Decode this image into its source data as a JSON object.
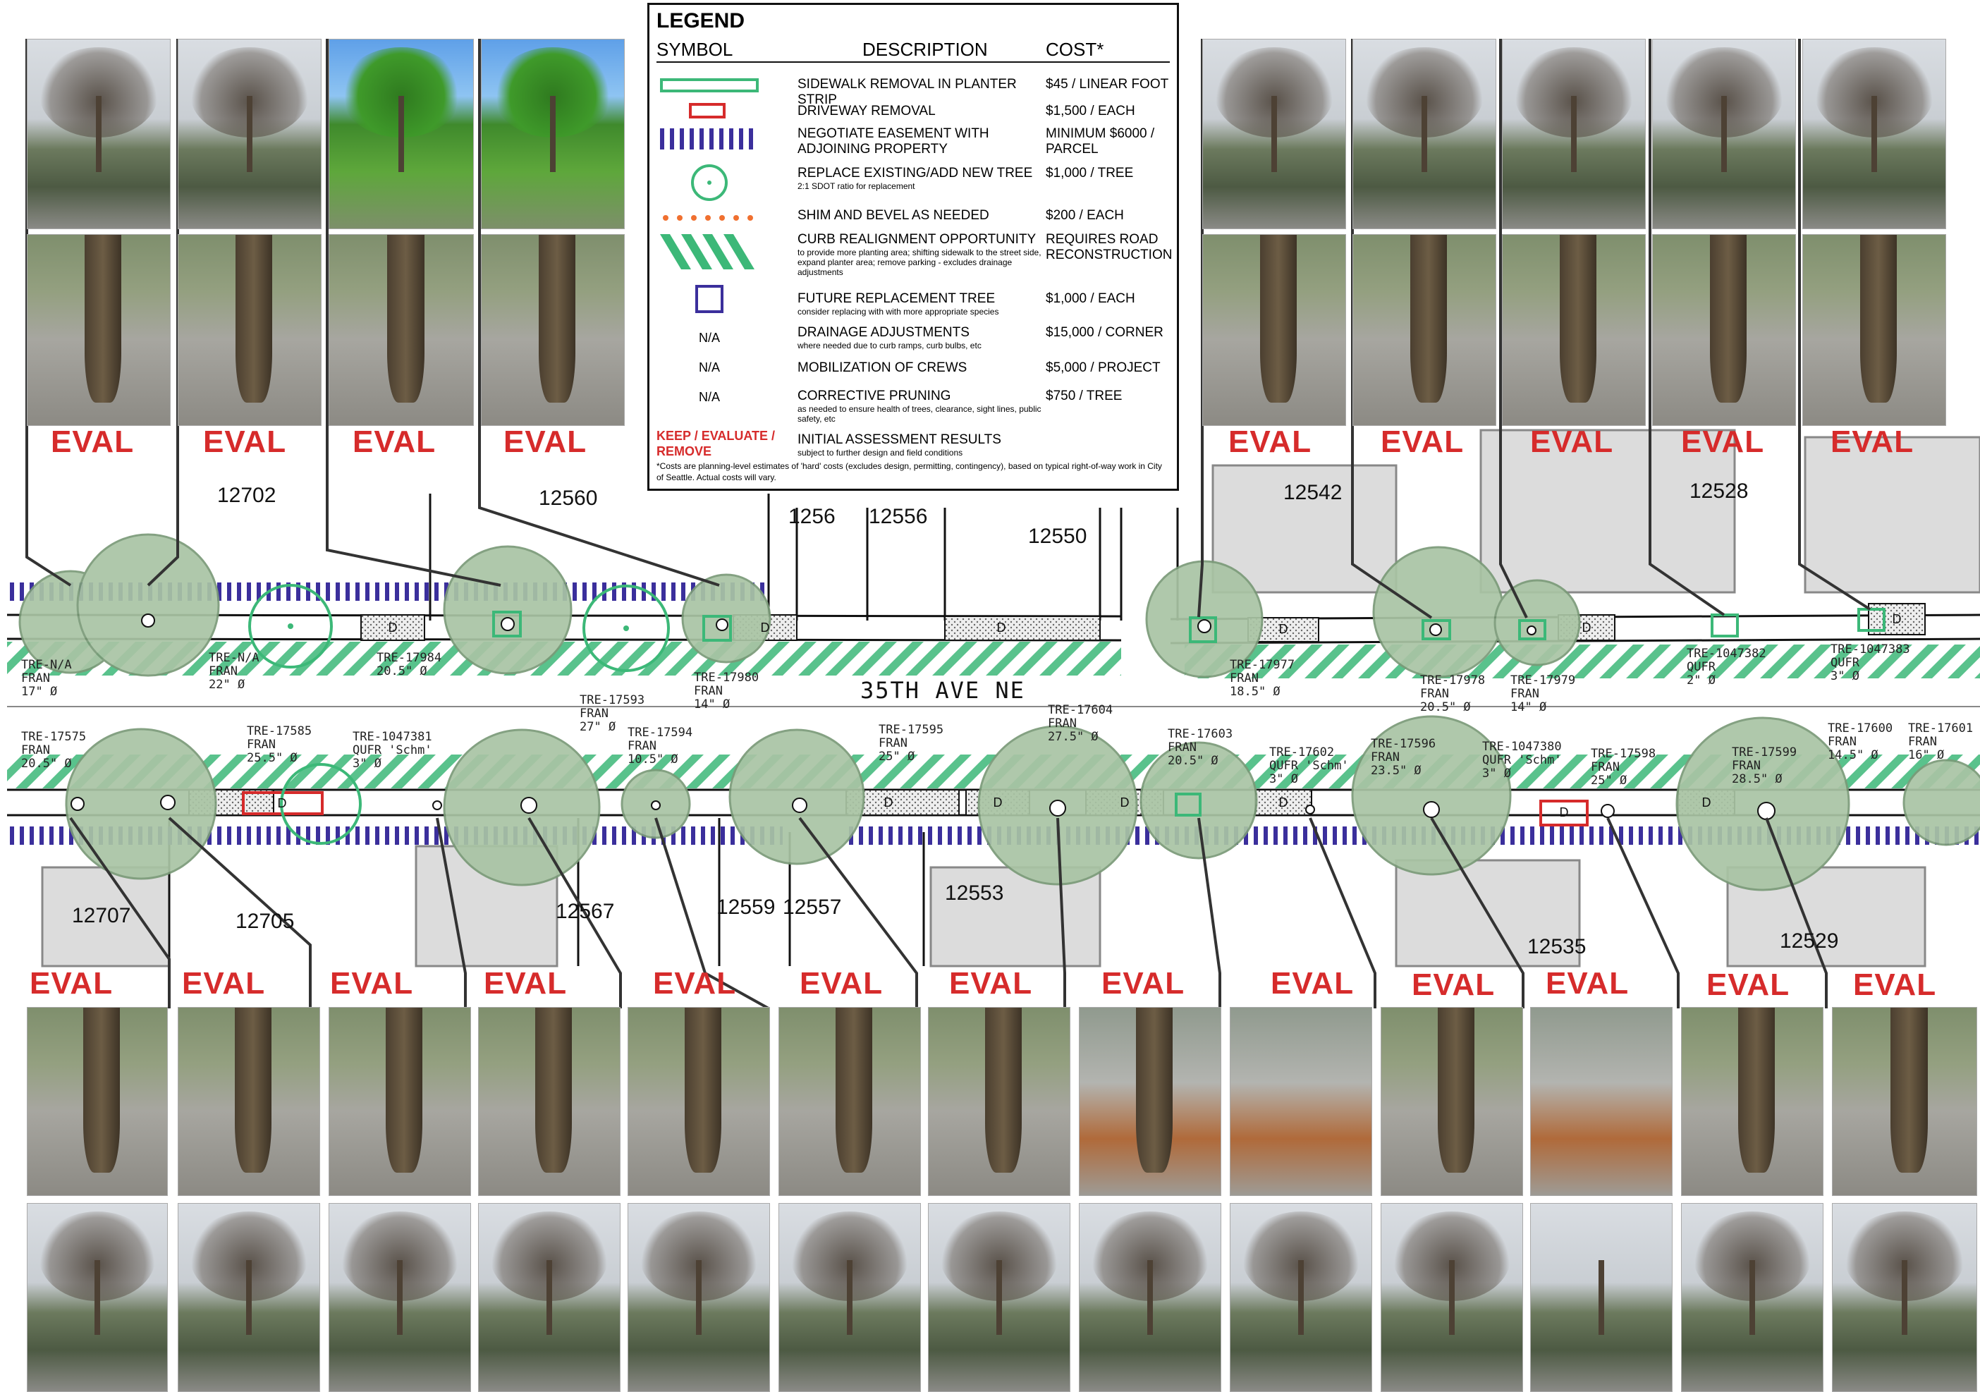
{
  "legend": {
    "title": "LEGEND",
    "col_symbol": "SYMBOL",
    "col_description": "DESCRIPTION",
    "col_cost": "COST*",
    "rows": [
      {
        "symbol": "",
        "description": "SIDEWALK REMOVAL IN PLANTER STRIP",
        "sub": "",
        "cost": "$45 / LINEAR FOOT"
      },
      {
        "symbol": "",
        "description": "DRIVEWAY REMOVAL",
        "sub": "",
        "cost": "$1,500 / EACH"
      },
      {
        "symbol": "",
        "description": "NEGOTIATE EASEMENT WITH ADJOINING PROPERTY",
        "sub": "",
        "cost": "MINIMUM $6000 / PARCEL"
      },
      {
        "symbol": "",
        "description": "REPLACE EXISTING/ADD NEW TREE",
        "sub": "2:1 SDOT ratio for replacement",
        "cost": "$1,000 / TREE"
      },
      {
        "symbol": "",
        "description": "SHIM AND BEVEL AS NEEDED",
        "sub": "",
        "cost": "$200 / EACH"
      },
      {
        "symbol": "",
        "description": "CURB REALIGNMENT OPPORTUNITY",
        "sub": "to provide more planting area; shifting sidewalk to the street side, expand planter area; remove parking - excludes drainage adjustments",
        "cost": "REQUIRES ROAD RECONSTRUCTION"
      },
      {
        "symbol": "",
        "description": "FUTURE REPLACEMENT TREE",
        "sub": "consider replacing with with more appropriate species",
        "cost": "$1,000 / EACH"
      },
      {
        "symbol": "N/A",
        "description": "DRAINAGE ADJUSTMENTS",
        "sub": "where needed due to curb ramps, curb bulbs, etc",
        "cost": "$15,000 / CORNER"
      },
      {
        "symbol": "N/A",
        "description": "MOBILIZATION OF CREWS",
        "sub": "",
        "cost": "$5,000 / PROJECT"
      },
      {
        "symbol": "N/A",
        "description": "CORRECTIVE PRUNING",
        "sub": "as needed to ensure health of trees, clearance, sight lines, public safety, etc",
        "cost": "$750 / TREE"
      },
      {
        "symbol": "KEEP / EVALUATE / REMOVE",
        "description": "INITIAL ASSESSMENT RESULTS",
        "sub": "subject to further design and field conditions",
        "cost": ""
      }
    ],
    "footnote": "*Costs are planning-level estimates of 'hard' costs (excludes design, permitting, contingency), based on typical right-of-way work in City of Seattle. Actual costs will vary."
  },
  "eval_label": "EVAL",
  "street_name": "35TH AVE NE",
  "lots_north": [
    "12702",
    "12560",
    "1256",
    "12556",
    "12550",
    "12542",
    "12528"
  ],
  "lots_south": [
    "12707",
    "12705",
    "12567",
    "12559",
    "12557",
    "12553",
    "12535",
    "12529"
  ],
  "trees_north": [
    {
      "id": "TRE-N/A",
      "species": "FRAN",
      "dbh": "17\" Ø"
    },
    {
      "id": "TRE-N/A",
      "species": "FRAN",
      "dbh": "22\" Ø"
    },
    {
      "id": "TRE-17984",
      "species": "",
      "dbh": "20.5\" Ø"
    },
    {
      "id": "TRE-17593",
      "species": "FRAN",
      "dbh": "27\" Ø"
    },
    {
      "id": "TRE-17980",
      "species": "FRAN",
      "dbh": "14\" Ø"
    },
    {
      "id": "TRE-17977",
      "species": "FRAN",
      "dbh": "18.5\" Ø"
    },
    {
      "id": "TRE-17978",
      "species": "FRAN",
      "dbh": "20.5\" Ø"
    },
    {
      "id": "TRE-17979",
      "species": "FRAN",
      "dbh": "14\" Ø"
    },
    {
      "id": "TRE-1047382",
      "species": "QUFR",
      "dbh": "2\" Ø"
    },
    {
      "id": "TRE-1047383",
      "species": "QUFR",
      "dbh": "3\" Ø"
    }
  ],
  "trees_south": [
    {
      "id": "TRE-17575",
      "species": "FRAN",
      "dbh": "20.5\" Ø"
    },
    {
      "id": "TRE-17585",
      "species": "FRAN",
      "dbh": "25.5\" Ø"
    },
    {
      "id": "TRE-1047381",
      "species": "QUFR 'Schm'",
      "dbh": "3\" Ø"
    },
    {
      "id": "TRE-17594",
      "species": "FRAN",
      "dbh": "10.5\" Ø"
    },
    {
      "id": "TRE-17595",
      "species": "FRAN",
      "dbh": "25\" Ø"
    },
    {
      "id": "TRE-17604",
      "species": "FRAN",
      "dbh": "27.5\" Ø"
    },
    {
      "id": "TRE-17603",
      "species": "FRAN",
      "dbh": "20.5\" Ø"
    },
    {
      "id": "TRE-17602",
      "species": "QUFR 'Schm'",
      "dbh": "3\" Ø"
    },
    {
      "id": "TRE-17596",
      "species": "FRAN",
      "dbh": "23.5\" Ø"
    },
    {
      "id": "TRE-1047380",
      "species": "QUFR 'Schm'",
      "dbh": "3\" Ø"
    },
    {
      "id": "TRE-17598",
      "species": "FRAN",
      "dbh": "25\" Ø"
    },
    {
      "id": "TRE-17599",
      "species": "FRAN",
      "dbh": "28.5\" Ø"
    },
    {
      "id": "TRE-17600",
      "species": "FRAN",
      "dbh": "14.5\" Ø"
    },
    {
      "id": "TRE-17601",
      "species": "FRAN",
      "dbh": "16\" Ø"
    }
  ],
  "driveway_label": "D",
  "colors": {
    "eval": "#d62b2b",
    "strip": "#3cb878",
    "easement": "#3b2f9c",
    "canopy": "#a9c4a4",
    "replace": "#3b2f9c",
    "building": "#dcdcdc"
  }
}
